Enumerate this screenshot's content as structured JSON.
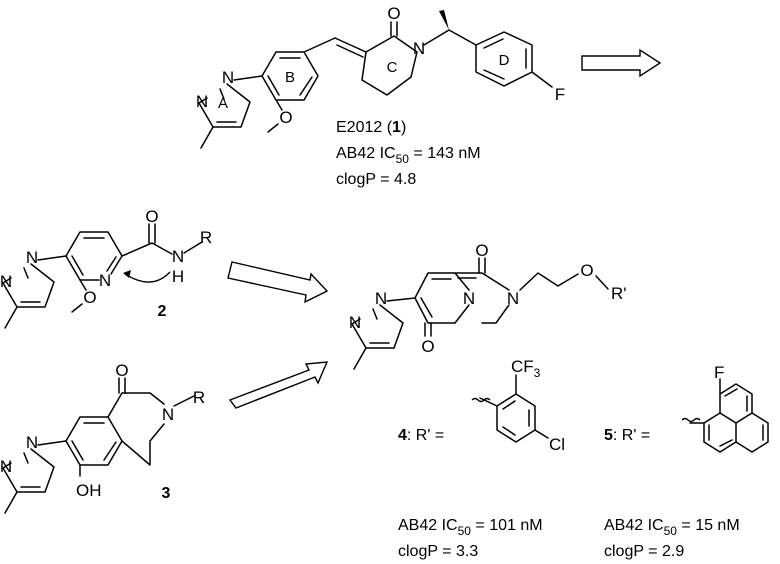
{
  "atoms": {
    "N": "N",
    "O": "O",
    "F": "F",
    "H": "H",
    "R": "R",
    "Rp": "R'",
    "OH": "OH",
    "Cl": "Cl",
    "CF": "CF",
    "three": "3"
  },
  "rings": {
    "A": "A",
    "B": "B",
    "C": "C",
    "D": "D"
  },
  "compound1": {
    "name_prefix": "E2012 (",
    "number": "1",
    "name_suffix": ")",
    "assay_label": "AB42 IC",
    "assay_sub": "50",
    "assay_value": " = 143 nM",
    "clogp": "clogP = 4.8"
  },
  "compound2": {
    "number": "2"
  },
  "compound3": {
    "number": "3"
  },
  "compound4": {
    "number": "4",
    "rlabel": ": R' =",
    "assay_label": "AB42 IC",
    "assay_sub": "50",
    "assay_value": " = 101 nM",
    "clogp": "clogP = 3.3"
  },
  "compound5": {
    "number": "5",
    "rlabel": ": R' =",
    "assay_label": "AB42 IC",
    "assay_sub": "50",
    "assay_value": " = 15 nM",
    "clogp": "clogP = 2.9"
  }
}
